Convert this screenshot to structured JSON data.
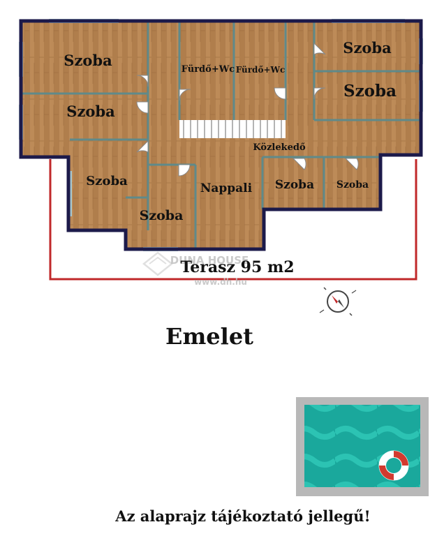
{
  "floor_title": "Emelet",
  "disclaimer": "Az alaprajz tájékoztató jellegű!",
  "terrace_label": "Terasz 95 m2",
  "watermark": {
    "brand": "DUNA HOUSE",
    "url": "www.dh.hu"
  },
  "rooms": {
    "szoba_top_left": "Szoba",
    "szoba_mid_left": "Szoba",
    "furdo_1": "Fürdő+Wc",
    "furdo_2": "Fürdő+Wc",
    "szoba_top_right": "Szoba",
    "szoba_mid_right": "Szoba",
    "kozlekedo": "Közlekedő",
    "szoba_lower_left": "Szoba",
    "szoba_bottom": "Szoba",
    "nappali": "Nappali",
    "szoba_small_1": "Szoba",
    "szoba_small_2": "Szoba"
  },
  "colors": {
    "outer_wall": "#1c1a4a",
    "inner_wall": "#5f8a8a",
    "floor_wood": "#b78552",
    "terrace_line": "#c0282a",
    "pool_water": "#1aa89c",
    "pool_frame": "#b8b8b8"
  }
}
